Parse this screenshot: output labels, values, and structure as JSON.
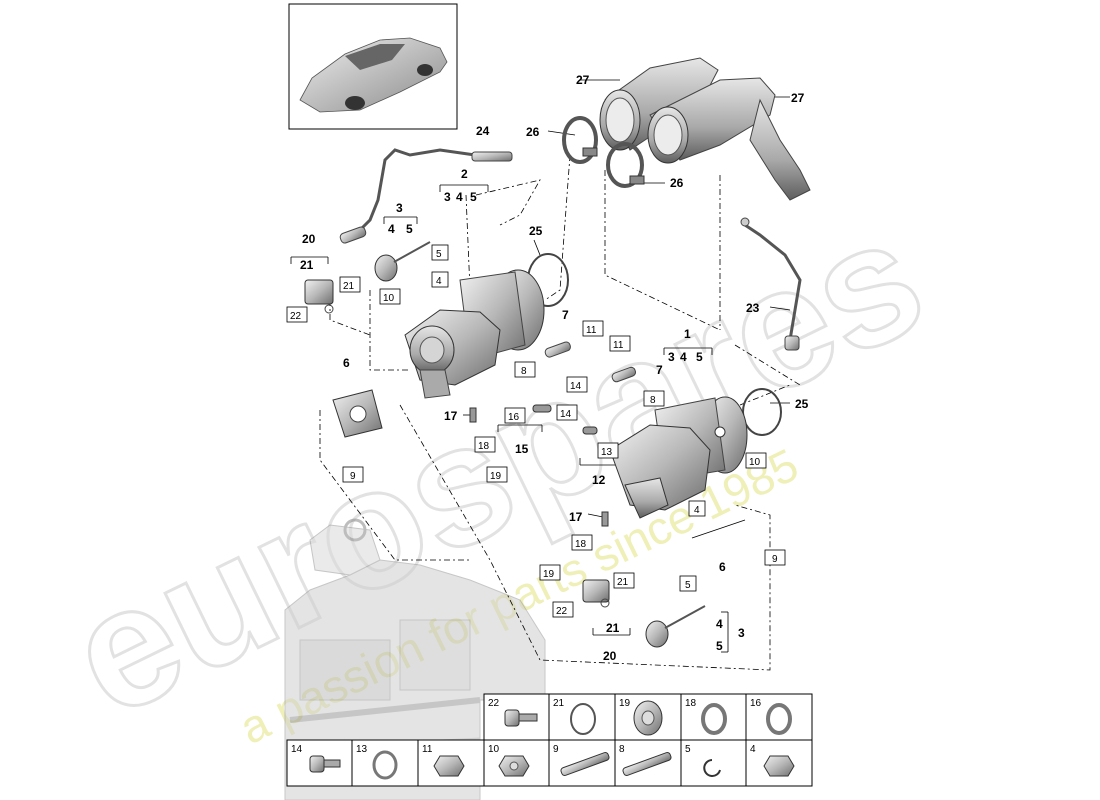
{
  "watermark": {
    "brand": "eurospares",
    "slogan": "a passion for parts since 1985",
    "brand_color": "#e8e8e8",
    "slogan_color": "#eeeeb0"
  },
  "callouts": {
    "c1": "1",
    "c2": "2",
    "c3a": "3",
    "c3b": "3",
    "c345a": [
      "3",
      "4",
      "5"
    ],
    "c345b": [
      "3",
      "4",
      "5"
    ],
    "c4": "4",
    "c5": "5",
    "c45a": [
      "4",
      "5"
    ],
    "c6a": "6",
    "c6b": "6",
    "c7a": "7",
    "c7b": "7",
    "c12": "12",
    "c15": "15",
    "c17a": "17",
    "c17b": "17",
    "c20a": "20",
    "c20b": "20",
    "c21a": "21",
    "c21b": "21",
    "c23": "23",
    "c24": "24",
    "c25a": "25",
    "c25b": "25",
    "c26a": "26",
    "c26b": "26",
    "c27a": "27",
    "c27b": "27"
  },
  "boxes": {
    "b4a": "4",
    "b4b": "4",
    "b5a": "5",
    "b5b": "5",
    "b8a": "8",
    "b8b": "8",
    "b9a": "9",
    "b9b": "9",
    "b10a": "10",
    "b10b": "10",
    "b11a": "11",
    "b11b": "11",
    "b13": "13",
    "b14a": "14",
    "b14b": "14",
    "b16": "16",
    "b18a": "18",
    "b18b": "18",
    "b19a": "19",
    "b19b": "19",
    "b21a": "21",
    "b21b": "21",
    "b22a": "22",
    "b22b": "22"
  },
  "parts_table": {
    "row1": [
      "22",
      "21",
      "19",
      "18",
      "16"
    ],
    "row2": [
      "14",
      "13",
      "11",
      "10",
      "9",
      "8",
      "5",
      "4"
    ]
  }
}
